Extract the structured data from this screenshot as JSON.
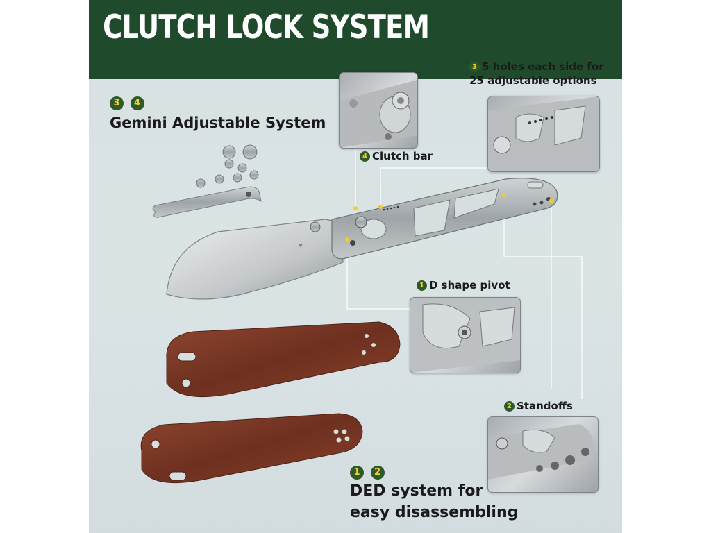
{
  "banner": {
    "title": "CLUTCH LOCK SYSTEM"
  },
  "callouts": {
    "gemini": {
      "badges": [
        "3",
        "4"
      ],
      "text": "Gemini Adjustable System"
    },
    "holes": {
      "badge": "3",
      "line1": "5 holes each side for",
      "line2": "25 adjustable options"
    },
    "clutch_bar": {
      "badge": "4",
      "text": "Clutch bar"
    },
    "d_pivot": {
      "badge": "1",
      "text": "D shape pivot"
    },
    "standoffs": {
      "badge": "2",
      "text": "Standoffs"
    },
    "ded": {
      "badges": [
        "1",
        "2"
      ],
      "line1": "DED system for",
      "line2": "easy disassembling"
    }
  },
  "colors": {
    "banner": "#1f4a2c",
    "badge_bg": "#2e5a2a",
    "badge_num": "#f2d02e",
    "accent_dot": "#f2cd2a",
    "wood": "#7b3a26",
    "steel": "#a9aeb1"
  },
  "icons": [
    "pocket-clip-icon",
    "screw-icon",
    "knife-blade-icon",
    "knife-frame-icon",
    "wood-scale-icon"
  ]
}
